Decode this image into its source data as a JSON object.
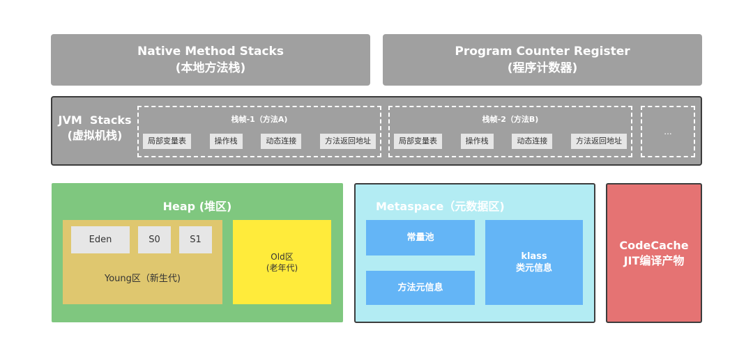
{
  "native": {
    "line1": "Native Method Stacks",
    "line2": "(本地方法栈)"
  },
  "pcr": {
    "line1": "Program Counter Register",
    "line2": "(程序计数器)"
  },
  "jvm": {
    "line1": "JVM  Stacks",
    "line2": "(虚拟机栈)",
    "frames": [
      {
        "title": "栈帧-1（方法A)",
        "items": [
          "局部变量表",
          "操作栈",
          "动态连接",
          "方法返回地址"
        ]
      },
      {
        "title": "栈帧-2（方法B)",
        "items": [
          "局部变量表",
          "操作栈",
          "动态连接",
          "方法返回地址"
        ]
      }
    ],
    "more": "..."
  },
  "heap": {
    "title": "Heap (堆区)",
    "young": {
      "eden": "Eden",
      "s0": "S0",
      "s1": "S1",
      "label": "Young区（新生代)"
    },
    "old": {
      "line1": "Old区",
      "line2": "(老年代)"
    }
  },
  "metaspace": {
    "title": "Metaspace（元数据区)",
    "constant_pool": "常量池",
    "method_meta": "方法元信息",
    "klass_line1": "klass",
    "klass_line2": "类元信息"
  },
  "codecache": {
    "line1": "CodeCache",
    "line2": "JIT编译产物"
  },
  "colors": {
    "gray": "#a0a0a0",
    "heap_green": "#7fc77f",
    "young_tan": "#dfc76f",
    "old_yellow": "#ffeb3b",
    "meta_cyan": "#b3ecf3",
    "meta_blue": "#64b5f6",
    "codecache_red": "#e57373"
  }
}
